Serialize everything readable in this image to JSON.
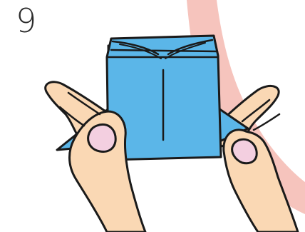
{
  "instruction": {
    "step_number": "9"
  },
  "colors": {
    "paper_blue": "#5bb6e8",
    "paper_blue_shade": "#4aa5da",
    "skin": "#fad8b4",
    "arm_pink": "#f6c4bd",
    "nail_pink": "#f3cfe0",
    "outline": "#1a1a1a"
  },
  "icons": {
    "left_hand": "left-hand-holding-paper",
    "right_hand": "right-hand-holding-paper",
    "paper": "folded-blue-origami-square"
  }
}
